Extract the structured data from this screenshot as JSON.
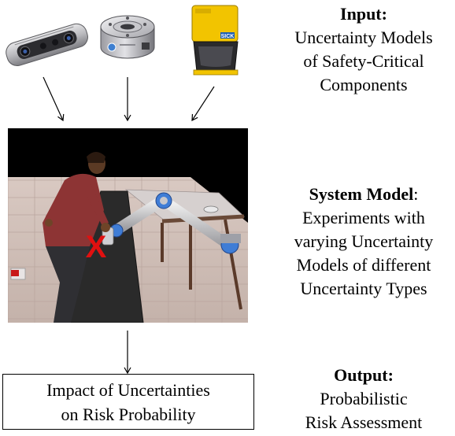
{
  "input": {
    "heading": "Input:",
    "lines": [
      "Uncertainty Models",
      "of Safety-Critical",
      "Components"
    ]
  },
  "system_model": {
    "heading": "System Model",
    "heading_suffix": ":",
    "lines": [
      "Experiments with",
      "varying Uncertainty",
      "Models of different",
      "Uncertainty Types"
    ]
  },
  "output": {
    "heading": "Output:",
    "lines": [
      "Probabilistic",
      "Risk Assessment"
    ]
  },
  "output_box": {
    "lines": [
      "Impact of Uncertainties",
      "on Risk Probability"
    ]
  },
  "scene_marks": {
    "collision_mark": "X",
    "scanner_brand": "SICK"
  },
  "colors": {
    "scanner_yellow": "#f2c400",
    "collision_red": "#e01010",
    "robot_blue": "#2f6fd6",
    "conveyor": "#2a2a2a"
  }
}
